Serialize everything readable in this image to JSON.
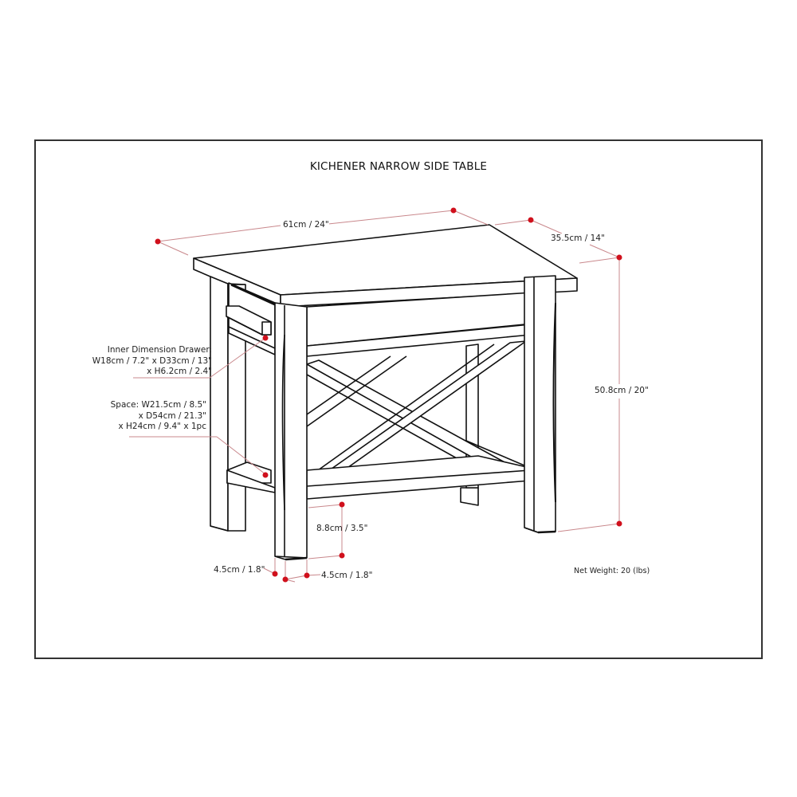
{
  "title": "KICHENER NARROW SIDE TABLE",
  "colors": {
    "frame": "#333333",
    "line": "#111111",
    "dimension_line": "#c9888c",
    "dimension_dot": "#d0101c",
    "text": "#222222",
    "background": "#ffffff"
  },
  "dimensions": {
    "width": "61cm / 24\"",
    "depth": "35.5cm / 14\"",
    "height": "50.8cm / 20\"",
    "leg_clearance": "8.8cm / 3.5\"",
    "leg_width_side": "4.5cm / 1.8\"",
    "leg_width_front": "4.5cm / 1.8\""
  },
  "callouts": {
    "drawer": {
      "lines": [
        "Inner Dimension Drawer:",
        "W18cm / 7.2\" x D33cm / 13\"",
        "x H6.2cm / 2.4\""
      ]
    },
    "space": {
      "lines": [
        "Space: W21.5cm / 8.5\"",
        "x D54cm / 21.3\"",
        "x H24cm / 9.4\" x 1pc"
      ]
    }
  },
  "net_weight": "Net Weight: 20 (lbs)"
}
